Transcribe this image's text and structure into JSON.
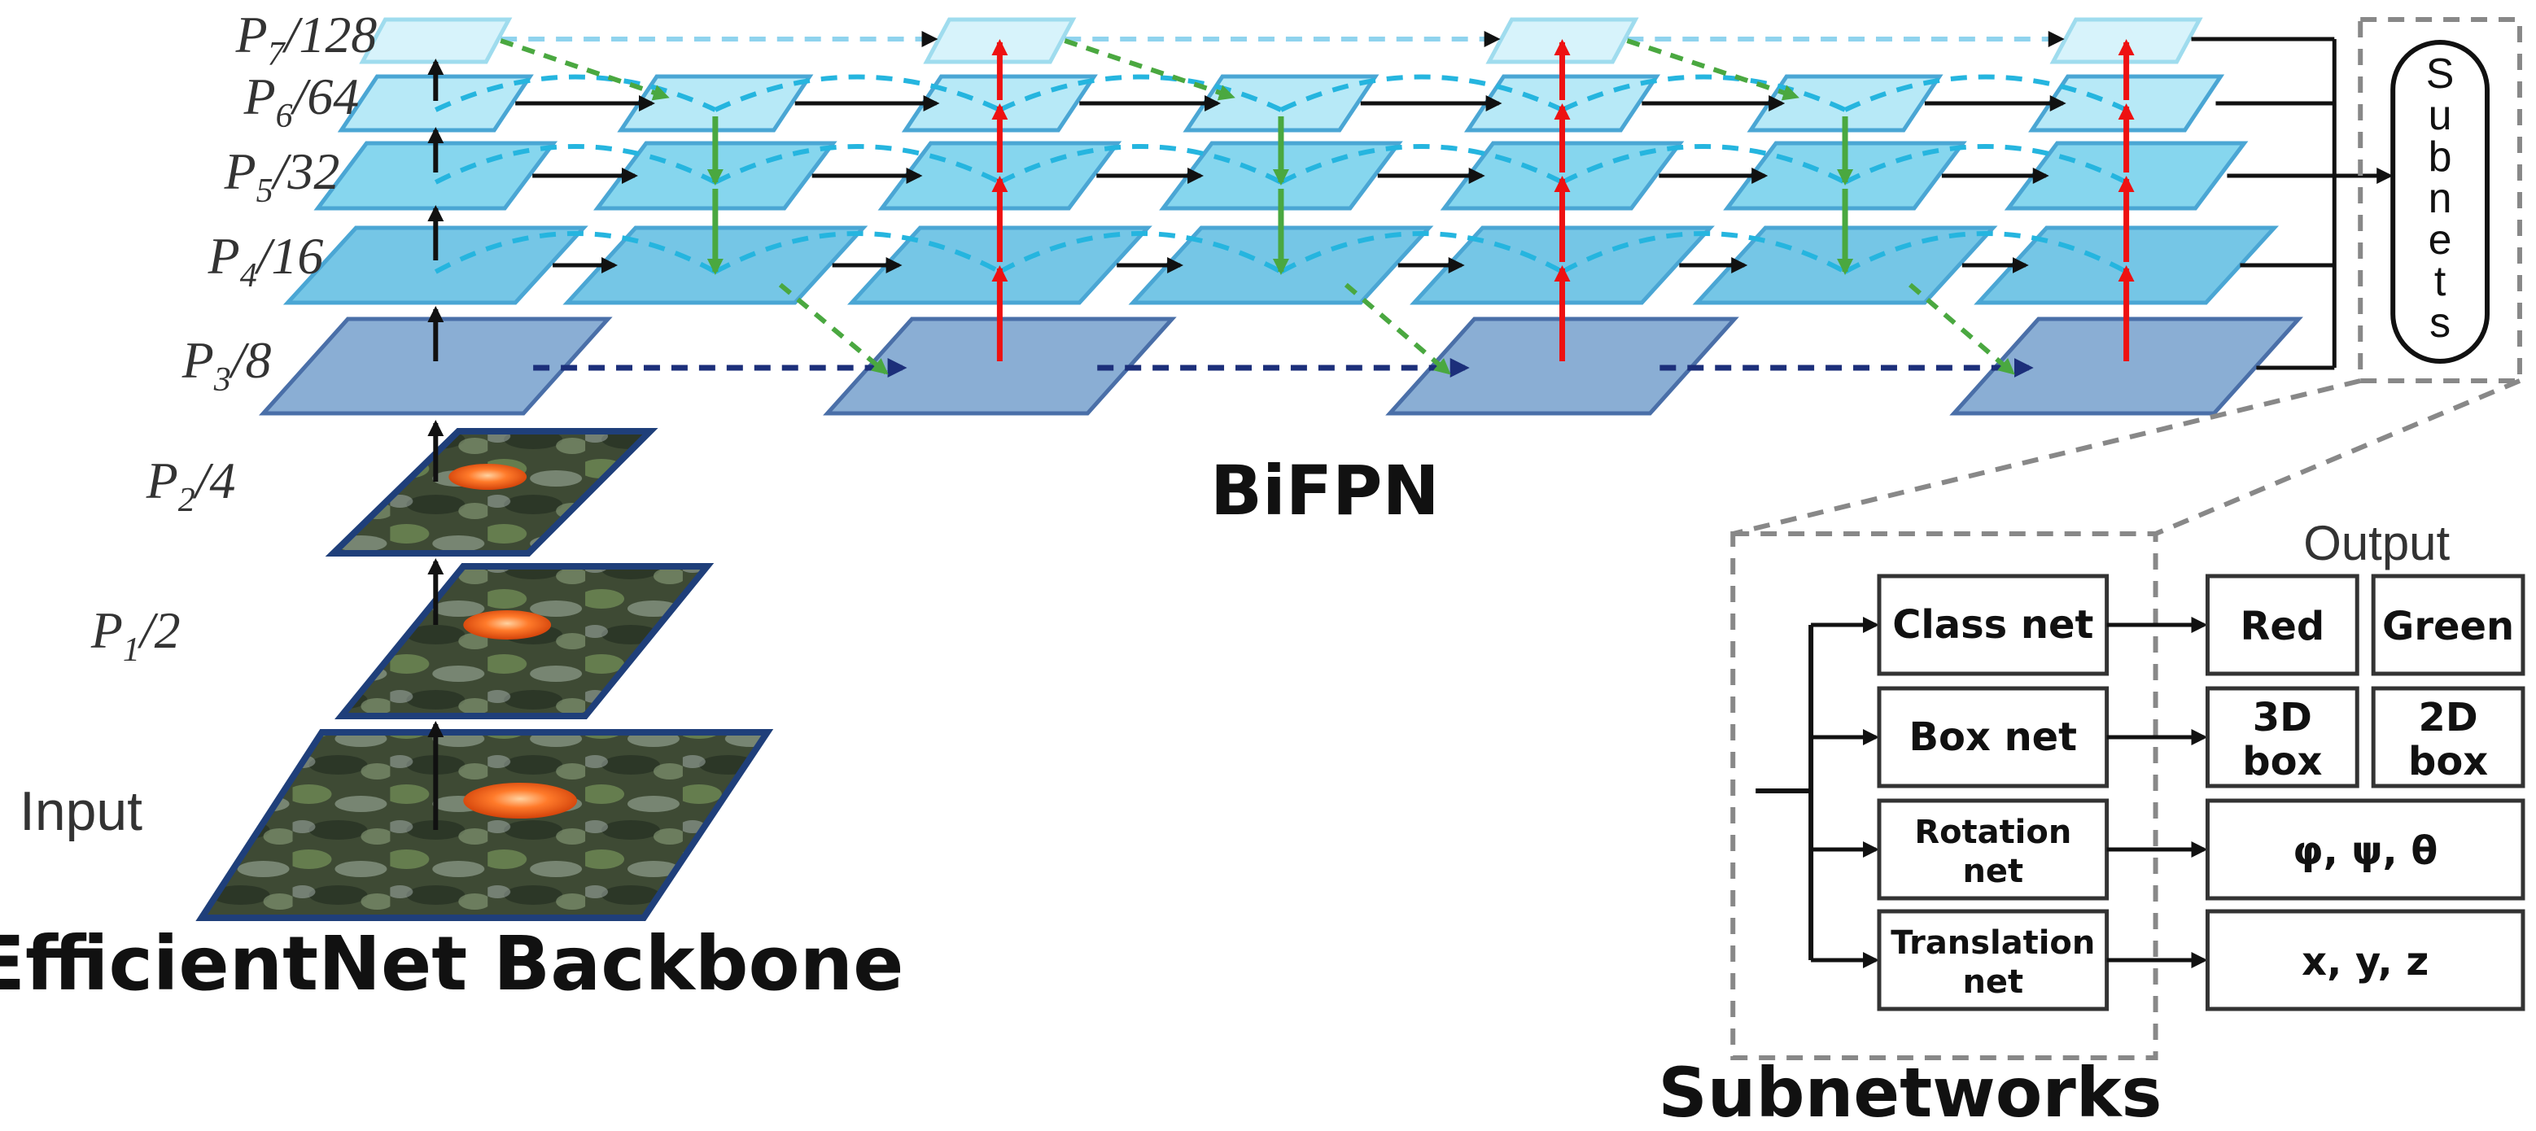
{
  "colors": {
    "p7_fill": "#d7f3fb",
    "p6_fill": "#b7e9f7",
    "p5_fill": "#86d6ee",
    "p4_fill": "#75c6e6",
    "p3_fill": "#8aaed4",
    "edge_dark": "#1f3f7a",
    "edge_light": "#4aa6d4",
    "arrow_black": "#111111",
    "arrow_red": "#ee1111",
    "arrow_green": "#4aa840",
    "dash_cyan": "#25b5df",
    "dash_navy": "#1c2f7a",
    "frame_gray": "#888888"
  },
  "backbone": {
    "title": "EfficientNet Backbone",
    "input_label": "Input",
    "levels": [
      {
        "p": "P",
        "sub": "7",
        "rest": "/128"
      },
      {
        "p": "P",
        "sub": "6",
        "rest": "/64"
      },
      {
        "p": "P",
        "sub": "5",
        "rest": "/32"
      },
      {
        "p": "P",
        "sub": "4",
        "rest": "/16"
      },
      {
        "p": "P",
        "sub": "3",
        "rest": "/8"
      },
      {
        "p": "P",
        "sub": "2",
        "rest": "/4"
      },
      {
        "p": "P",
        "sub": "1",
        "rest": "/2"
      }
    ]
  },
  "bifpn": {
    "title": "BiFPN"
  },
  "subnets_box": {
    "letters": [
      "S",
      "u",
      "b",
      "n",
      "e",
      "t",
      "s"
    ]
  },
  "subnetworks": {
    "title": "Subnetworks",
    "output_label": "Output",
    "nets": [
      {
        "line1": "Class net",
        "line2": ""
      },
      {
        "line1": "Box net",
        "line2": ""
      },
      {
        "line1": "Rotation",
        "line2": "net"
      },
      {
        "line1": "Translation",
        "line2": "net"
      }
    ],
    "outputs": [
      {
        "cells": [
          {
            "line1": "Red",
            "line2": ""
          },
          {
            "line1": "Green",
            "line2": ""
          }
        ]
      },
      {
        "cells": [
          {
            "line1": "3D",
            "line2": "box"
          },
          {
            "line1": "2D",
            "line2": "box"
          }
        ]
      },
      {
        "cells": [
          {
            "line1": "φ, ψ, θ",
            "line2": ""
          }
        ]
      },
      {
        "cells": [
          {
            "line1": "x, y, z",
            "line2": ""
          }
        ]
      }
    ]
  }
}
